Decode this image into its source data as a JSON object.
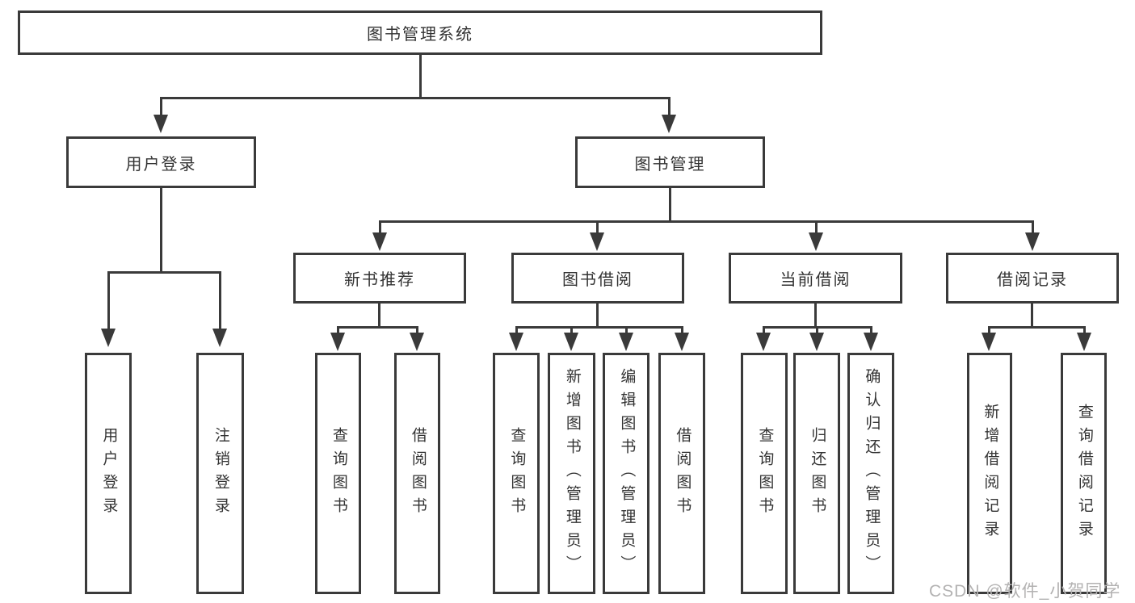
{
  "diagram": {
    "title": "图书管理系统",
    "watermark": "CSDN @软件_小贺同学",
    "colors": {
      "line": "#3a3a3a",
      "border": "#3a3a3a",
      "text": "#333333",
      "background": "#ffffff",
      "watermark": "#b3b2b2"
    },
    "nodes": {
      "root": {
        "label": "图书管理系统"
      },
      "user_login": {
        "label": "用户登录"
      },
      "book_mgmt": {
        "label": "图书管理"
      },
      "new_book_rec": {
        "label": "新书推荐"
      },
      "book_borrow": {
        "label": "图书借阅"
      },
      "current_borrow": {
        "label": "当前借阅"
      },
      "borrow_records": {
        "label": "借阅记录"
      },
      "leaf_user_login": {
        "label": "用户登录"
      },
      "leaf_logout": {
        "label": "注销登录"
      },
      "leaf_nb_query": {
        "label": "查询图书"
      },
      "leaf_nb_borrow": {
        "label": "借阅图书"
      },
      "leaf_bb_query": {
        "label": "查询图书"
      },
      "leaf_bb_add": {
        "label": "新增图书（管理员）"
      },
      "leaf_bb_edit": {
        "label": "编辑图书（管理员）"
      },
      "leaf_bb_borrow": {
        "label": "借阅图书"
      },
      "leaf_cb_query": {
        "label": "查询图书"
      },
      "leaf_cb_return": {
        "label": "归还图书"
      },
      "leaf_cb_confirm": {
        "label": "确认归还（管理员）"
      },
      "leaf_br_add": {
        "label": "新增借阅记录"
      },
      "leaf_br_query": {
        "label": "查询借阅记录"
      }
    },
    "hierarchy": [
      {
        "parent": "图书管理系统",
        "children": [
          "用户登录",
          "图书管理"
        ]
      },
      {
        "parent": "用户登录",
        "children": [
          "用户登录",
          "注销登录"
        ]
      },
      {
        "parent": "图书管理",
        "children": [
          "新书推荐",
          "图书借阅",
          "当前借阅",
          "借阅记录"
        ]
      },
      {
        "parent": "新书推荐",
        "children": [
          "查询图书",
          "借阅图书"
        ]
      },
      {
        "parent": "图书借阅",
        "children": [
          "查询图书",
          "新增图书（管理员）",
          "编辑图书（管理员）",
          "借阅图书"
        ]
      },
      {
        "parent": "当前借阅",
        "children": [
          "查询图书",
          "归还图书",
          "确认归还（管理员）"
        ]
      },
      {
        "parent": "借阅记录",
        "children": [
          "新增借阅记录",
          "查询借阅记录"
        ]
      }
    ]
  }
}
